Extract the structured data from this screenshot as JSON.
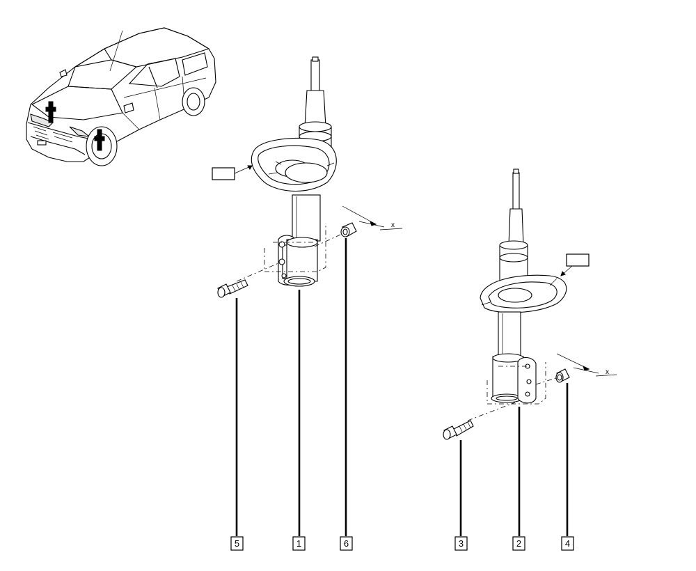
{
  "diagram": {
    "callouts": [
      {
        "id": "item-5",
        "label": "5"
      },
      {
        "id": "item-1",
        "label": "1"
      },
      {
        "id": "item-6",
        "label": "6"
      },
      {
        "id": "item-3",
        "label": "3"
      },
      {
        "id": "item-2",
        "label": "2"
      },
      {
        "id": "item-4",
        "label": "4"
      }
    ],
    "axis_labels": {
      "front_right": "x",
      "rear_right": "x"
    },
    "icons": {
      "vehicle": "vehicle-location-icon",
      "front_strut": "front-strut-icon",
      "rear_strut": "rear-strut-icon",
      "bolt": "bolt-icon",
      "nut": "nut-icon",
      "torque_symbol": "torque-symbol-icon"
    }
  }
}
